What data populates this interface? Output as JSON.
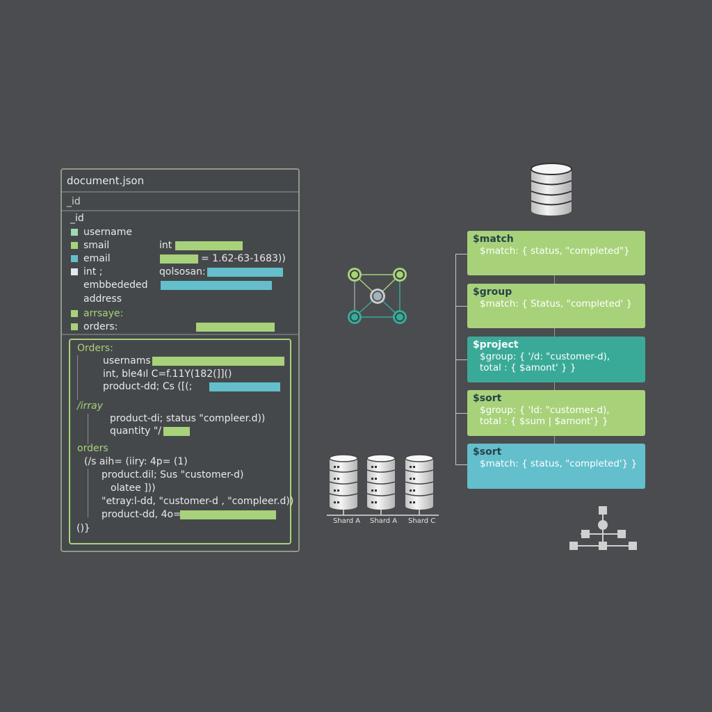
{
  "document_panel": {
    "title": "document.json",
    "id_header": "_id",
    "fields": [
      {
        "label": "_id",
        "marker": null
      },
      {
        "label": "username",
        "marker": "#9fd9b0"
      },
      {
        "label": "smail",
        "marker": "#a8d27a",
        "type": "int"
      },
      {
        "label": "email",
        "marker": "#63bfcc",
        "value": "= 1.62-63-1683))"
      },
      {
        "label": "int ;",
        "marker": "#dfeaf0",
        "type": "qolsosan:"
      },
      {
        "label": "embbededed",
        "marker": null
      },
      {
        "label": "address",
        "marker": null
      },
      {
        "label": "arrsaye:",
        "marker": "#a8d27a"
      },
      {
        "label": "orders:",
        "marker": "#a8d27a"
      }
    ],
    "nested": {
      "heading1": "Orders:",
      "lines1": [
        "usernams",
        "int, ble4ıl C=f.11Y(182(]]()",
        "product-dd; Cs ([(;"
      ],
      "heading2": "/irray",
      "lines2": [
        "product-di; status \"compleer.d))",
        "quantity \"/"
      ],
      "heading3": "orders",
      "lines3": [
        "(/s aih= (iiry: 4p= (1)",
        "product.dil;  Sus \"customer-d)",
        "olatee ]))",
        "\"etray:l-dd, \"customer-d , \"compleer.d))",
        "product-dd, 4o="
      ],
      "closing": "()}"
    }
  },
  "pipeline": [
    {
      "name": "$match",
      "lines": [
        "$match: {  status, \"completed\"}"
      ],
      "color": "#a8d27a"
    },
    {
      "name": "$group",
      "lines": [
        "$match: {  Status, \"completed' }"
      ],
      "color": "#a8d27a"
    },
    {
      "name": "$project",
      "lines": [
        "$group: { '/d:  \"customer-d),",
        "total : { $amont' } }"
      ],
      "color": "#3aaa98"
    },
    {
      "name": "$sort",
      "lines": [
        "$group: { 'Id:  \"customer-d),",
        "total : { $sum | $amont'} }"
      ],
      "color": "#a8d27a"
    },
    {
      "name": "$sort",
      "lines": [
        "$match: {  status, \"completed'} }"
      ],
      "color": "#63bfcc"
    }
  ],
  "shards": [
    "Shard A",
    "Shard A",
    "Shard C"
  ],
  "colors": {
    "background": "#4a4c4f",
    "green": "#a8d27a",
    "teal": "#3aaa98",
    "cyan": "#63bfcc"
  }
}
